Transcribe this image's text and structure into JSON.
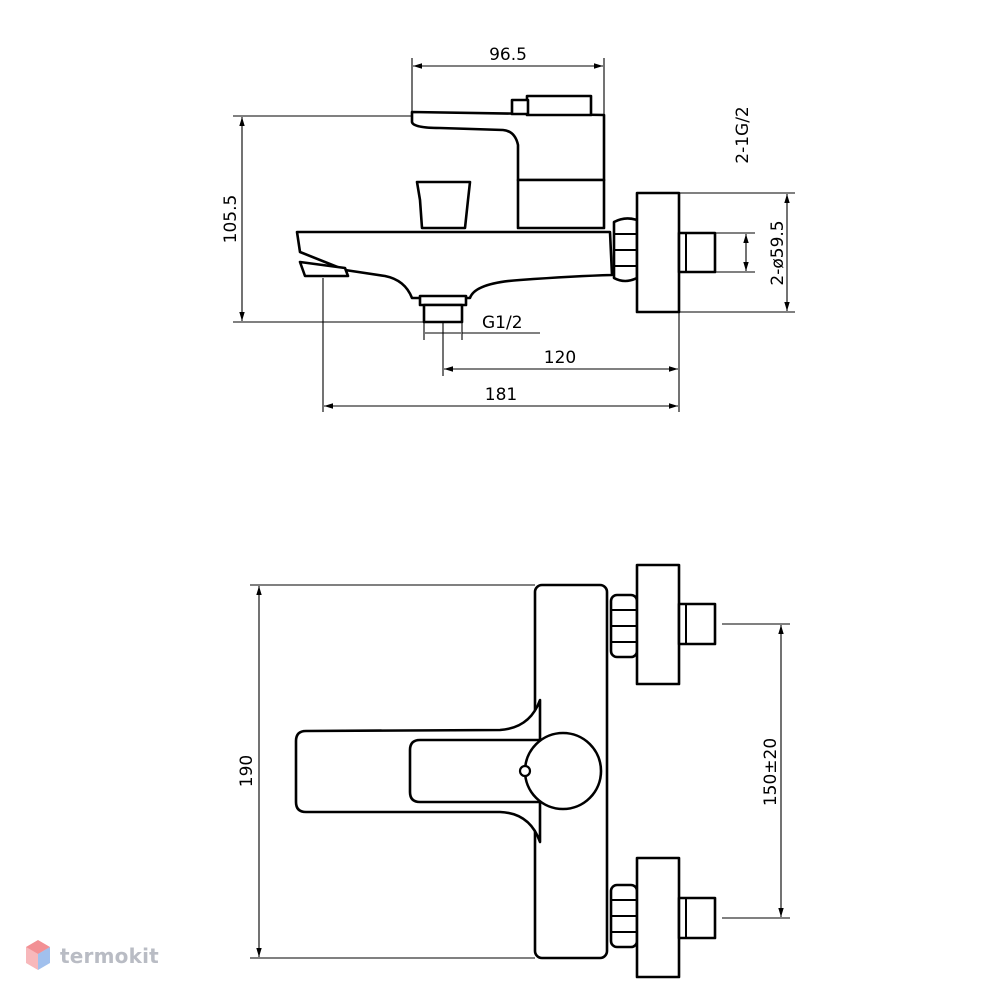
{
  "side_view": {
    "dim_width_top": "96.5",
    "dim_height": "105.5",
    "dim_thread_inlet": "2-1G/2",
    "dim_diameter": "2-ø59.5",
    "dim_thread_outlet": "G1/2",
    "dim_depth_inlet": "120",
    "dim_depth_total": "181"
  },
  "top_view": {
    "dim_length": "190",
    "dim_spacing": "150±20"
  },
  "watermark": {
    "brand": "termokit",
    "colors": {
      "red": "#e8343c",
      "blue": "#2f74d6",
      "gray": "#b9bcc4"
    }
  }
}
